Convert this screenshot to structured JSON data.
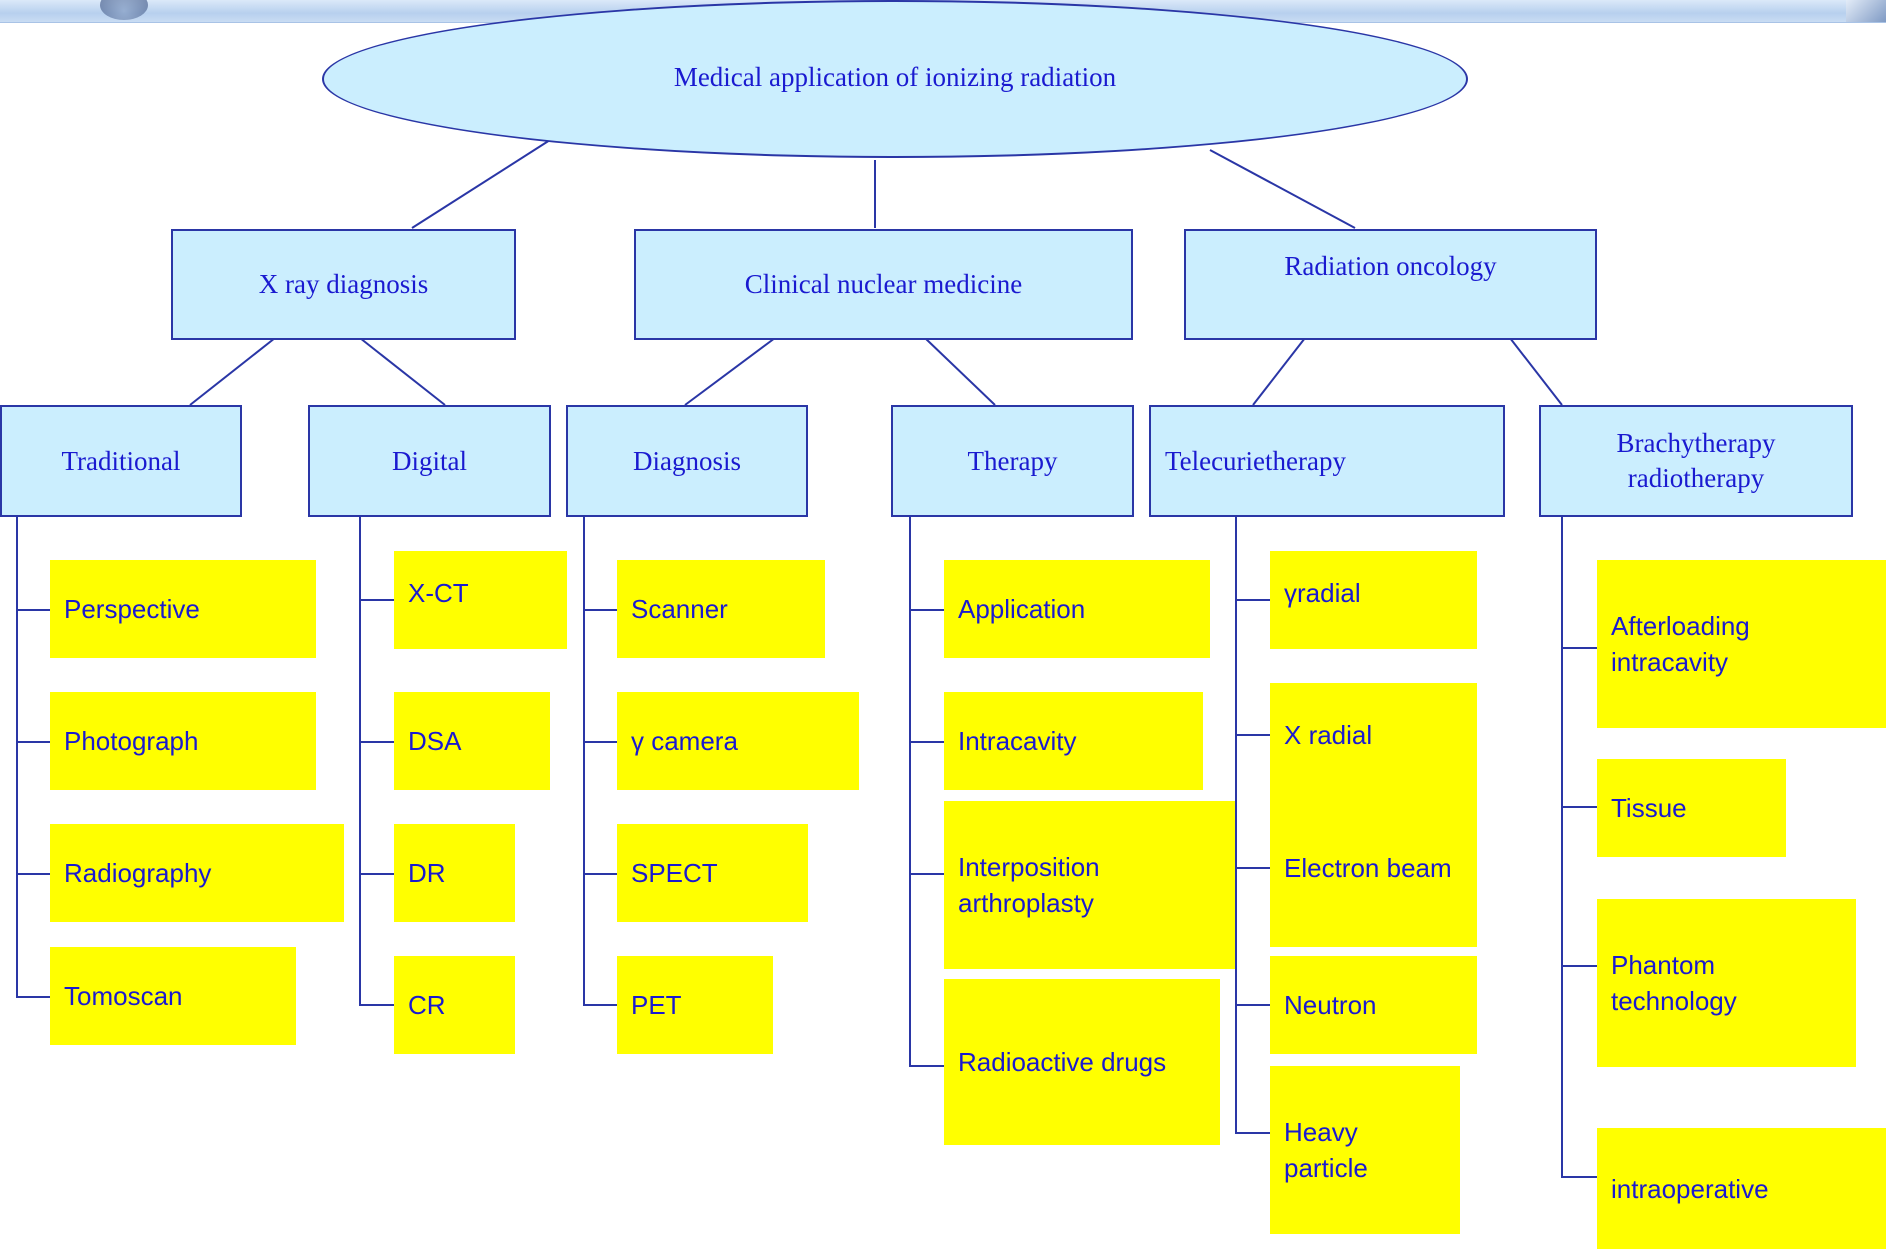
{
  "root": "Medical application of ionizing radiation",
  "categories": {
    "xray": "X ray diagnosis",
    "nuclear": "Clinical nuclear medicine",
    "oncology": "Radiation oncology"
  },
  "subcategories": {
    "traditional": "Traditional",
    "digital": "Digital",
    "diagnosis": "Diagnosis",
    "therapy": "Therapy",
    "telecurie": "Telecurietherapy",
    "brachy": "Brachytherapy radiotherapy"
  },
  "leaves": {
    "traditional": [
      "Perspective",
      "Photograph",
      "Radiography",
      "Tomoscan"
    ],
    "digital": [
      "X-CT",
      "DSA",
      "DR",
      "CR"
    ],
    "diagnosis": [
      "Scanner",
      "γ camera",
      "SPECT",
      "PET"
    ],
    "therapy": [
      "Application",
      "Intracavity",
      "Interposition arthroplasty",
      "Radioactive drugs"
    ],
    "telecurie": [
      "γradial",
      "X radial",
      "Electron beam",
      "Neutron",
      "Heavy particle"
    ],
    "brachy": [
      "Afterloading intracavity",
      "Tissue",
      "Phantom technology",
      "intraoperative"
    ]
  },
  "colors": {
    "header_fill": "#cbeefe",
    "leaf_fill": "#ffff00",
    "text": "#1a1ad0",
    "line": "#2a36a6"
  }
}
